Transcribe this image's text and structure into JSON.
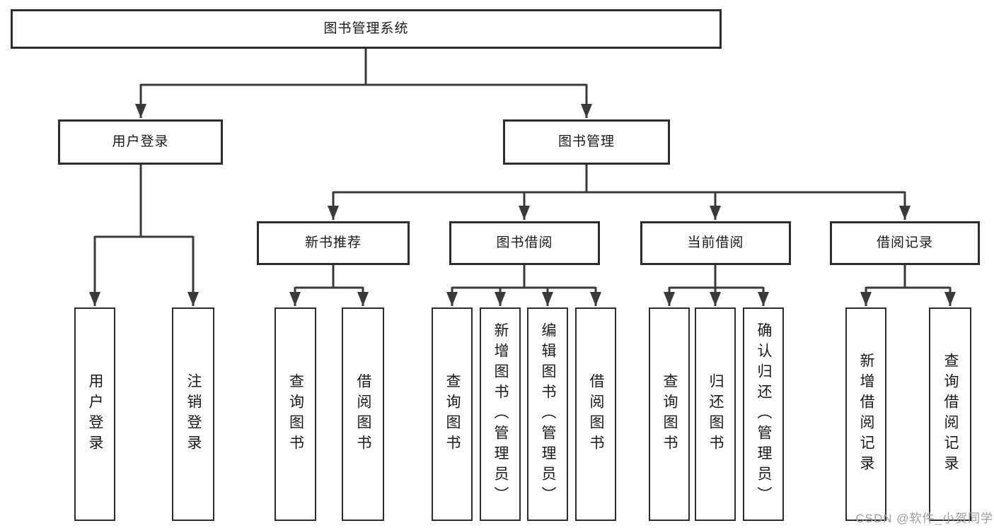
{
  "colors": {
    "background": "#ffffff",
    "line": "#3a3a3a",
    "node_border": "#2d2d2d",
    "text": "#1a1a1a",
    "watermark_text": "#9e9e9e"
  },
  "tree": {
    "root": "图书管理系统",
    "children": [
      {
        "label": "用户登录",
        "children": [
          "用户登录",
          "注销登录"
        ]
      },
      {
        "label": "图书管理",
        "children": [
          {
            "label": "新书推荐",
            "children": [
              "查询图书",
              "借阅图书"
            ]
          },
          {
            "label": "图书借阅",
            "children": [
              "查询图书",
              "新增图书（管理员）",
              "编辑图书（管理员）",
              "借阅图书"
            ]
          },
          {
            "label": "当前借阅",
            "children": [
              "查询图书",
              "归还图书",
              "确认归还（管理员）"
            ]
          },
          {
            "label": "借阅记录",
            "children": [
              "新增借阅记录",
              "查询借阅记录"
            ]
          }
        ]
      }
    ]
  },
  "watermark": {
    "text": "CSDN @软件_小贺同学"
  }
}
